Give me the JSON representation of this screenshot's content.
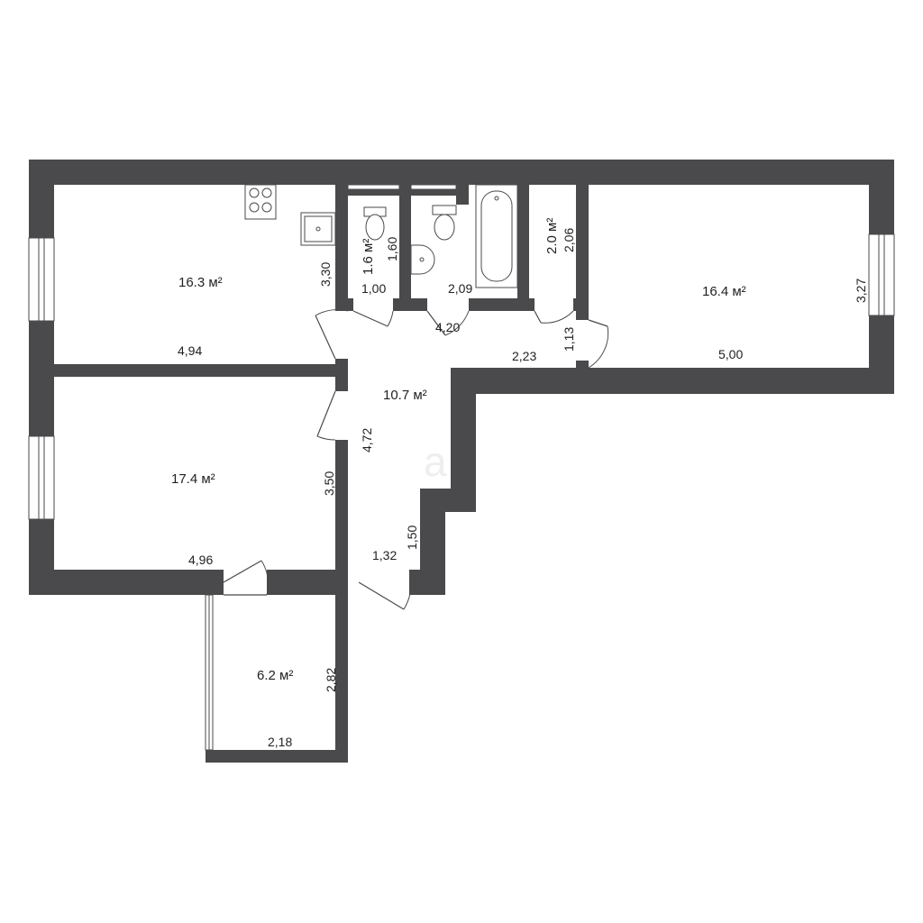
{
  "rooms": {
    "kitchen": {
      "area": "16.3 м²",
      "width": "4,94",
      "height": "3,30"
    },
    "room_right": {
      "area": "16.4 м²",
      "width": "5,00",
      "height": "3,27"
    },
    "room_left": {
      "area": "17.4 м²",
      "width": "4,96",
      "height": "3,50"
    },
    "balcony": {
      "area": "6.2 м²",
      "width": "2,18",
      "height": "2,82"
    },
    "hallway": {
      "area": "10.7 м²",
      "dims": [
        "4,20",
        "2,23",
        "4,72",
        "1,50",
        "1,32"
      ]
    },
    "toilet": {
      "area": "1.6 м²",
      "width": "1,00",
      "height": "1,60"
    },
    "bathroom": {
      "width": "2,09"
    },
    "closet": {
      "area": "2.0 м²",
      "height": "2,06",
      "width": "1,13"
    }
  },
  "colors": {
    "wall": "#4a4a4c",
    "background": "#ffffff"
  }
}
